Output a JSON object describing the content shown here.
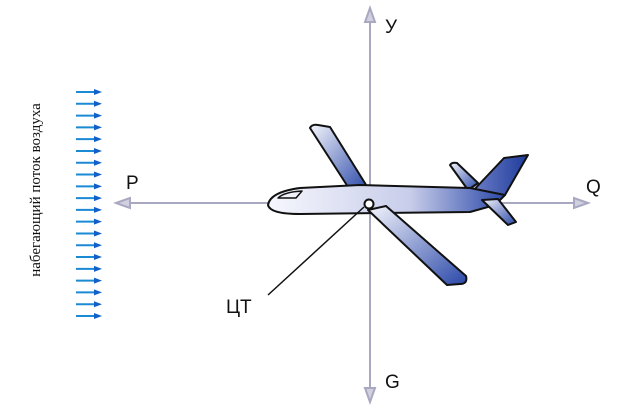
{
  "labels": {
    "y_axis": "У",
    "g_axis": "G",
    "p_axis": "P",
    "q_axis": "Q",
    "cg": "ЦТ",
    "flow": "набегающий поток воздуха"
  },
  "flow_arrow_count": 20,
  "colors": {
    "flow": "#1a8ad4",
    "axis": "#a8a8c0",
    "plane_dark": "#2a48a8",
    "plane_light": "#eef0fa"
  }
}
